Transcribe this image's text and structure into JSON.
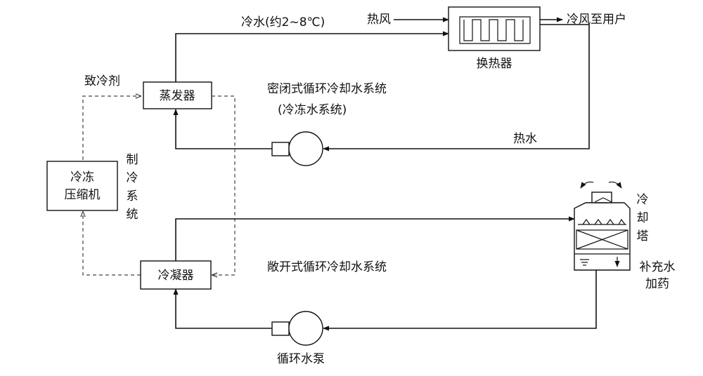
{
  "labels": {
    "chilled_water": "冷水(约2~8℃)",
    "hot_air": "热风",
    "cold_air_to_user": "冷风至用户",
    "heat_exchanger": "换热器",
    "refrigerant": "致冷剂",
    "evaporator": "蒸发器",
    "closed_system_title": "密闭式循环冷却水系统",
    "closed_system_subtitle": "(冷冻水系统)",
    "hot_water": "热水",
    "compressor_line1": "冷冻",
    "compressor_line2": "压缩机",
    "refrigeration_system": [
      "制",
      "冷",
      "系",
      "统"
    ],
    "cooling_tower": [
      "冷",
      "却",
      "塔"
    ],
    "open_system_title": "敞开式循环冷却水系统",
    "condenser": "冷凝器",
    "makeup_water": "补充水",
    "dosing": "加药",
    "circulation_pump": "循环水泵"
  }
}
